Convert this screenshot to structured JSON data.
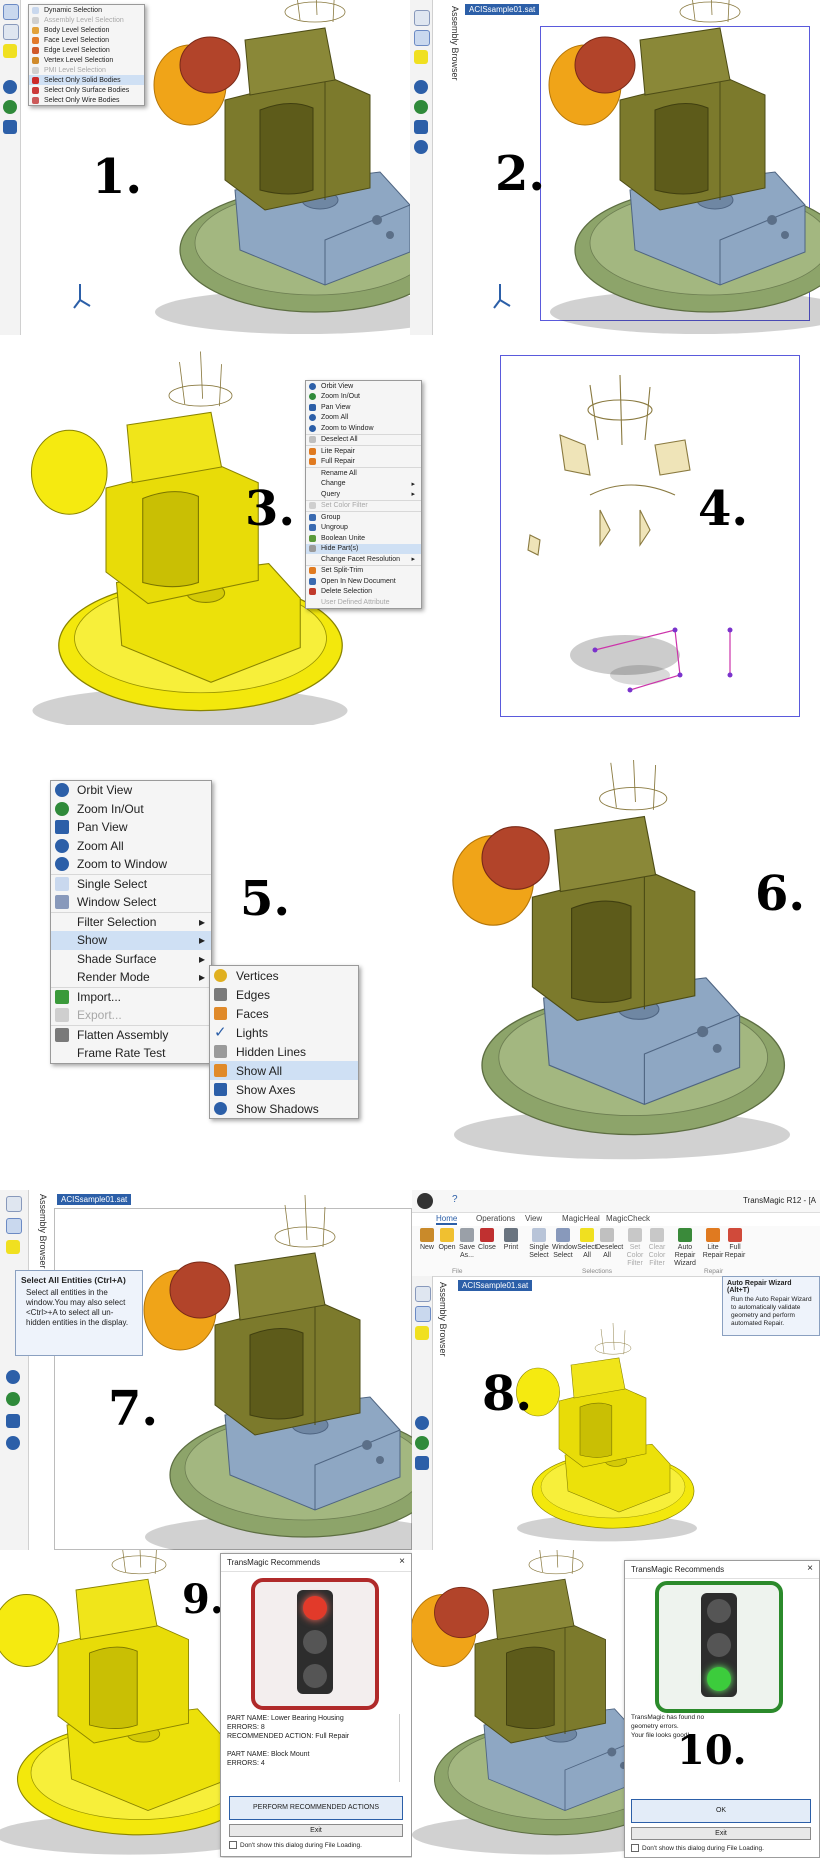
{
  "steps": [
    "1.",
    "2.",
    "3.",
    "4.",
    "5.",
    "6.",
    "7.",
    "8.",
    "9.",
    "10."
  ],
  "colors": {
    "selection_yellow": "#f3e80c",
    "olive": "#7c7a2c",
    "steel_blue": "#8ea7c3",
    "base_green": "#8da46a",
    "orange_cylinder": "#f0a418",
    "selection_frame": "#5a5adc",
    "accent_blue": "#2c5fa8",
    "red_frame": "#b02a2a",
    "green_frame": "#2b8a2b"
  },
  "panel1": {
    "menu": [
      {
        "label": "Dynamic Selection",
        "icon": "pointer-icon",
        "enabled": true
      },
      {
        "label": "Assembly Level Selection",
        "icon": "assembly-icon",
        "enabled": false
      },
      {
        "label": "Body Level Selection",
        "icon": "body-icon",
        "enabled": true
      },
      {
        "label": "Face Level Selection",
        "icon": "face-icon",
        "enabled": true
      },
      {
        "label": "Edge Level Selection",
        "icon": "edge-icon",
        "enabled": true
      },
      {
        "label": "Vertex Level Selection",
        "icon": "vertex-icon",
        "enabled": true
      },
      {
        "label": "PMI Level Selection",
        "icon": "pmi-icon",
        "enabled": false
      },
      {
        "label": "Select Only Solid Bodies",
        "icon": "solid-body-icon",
        "enabled": true,
        "highlighted": true
      },
      {
        "label": "Select Only Surface Bodies",
        "icon": "surface-body-icon",
        "enabled": true
      },
      {
        "label": "Select Only Wire Bodies",
        "icon": "wire-body-icon",
        "enabled": true
      }
    ]
  },
  "panel2": {
    "browser_tab": "Assembly Browser",
    "doc_tab": "ACISsample01.sat"
  },
  "panel3": {
    "menu": [
      {
        "label": "Orbit View",
        "icon": "orbit-icon",
        "enabled": true
      },
      {
        "label": "Zoom In/Out",
        "icon": "zoom-in-out-icon",
        "enabled": true
      },
      {
        "label": "Pan View",
        "icon": "pan-icon",
        "enabled": true
      },
      {
        "label": "Zoom All",
        "icon": "zoom-all-icon",
        "enabled": true
      },
      {
        "label": "Zoom to Window",
        "icon": "zoom-window-icon",
        "enabled": true,
        "sep_after": true
      },
      {
        "label": "Deselect All",
        "icon": "deselect-icon",
        "enabled": true,
        "sep_after": true
      },
      {
        "label": "Lite Repair",
        "icon": "lite-repair-icon",
        "enabled": true
      },
      {
        "label": "Full Repair",
        "icon": "full-repair-icon",
        "enabled": true,
        "sep_after": true
      },
      {
        "label": "Rename All",
        "icon": "",
        "enabled": true
      },
      {
        "label": "Change",
        "icon": "",
        "enabled": true,
        "submenu": true
      },
      {
        "label": "Query",
        "icon": "",
        "enabled": true,
        "submenu": true,
        "sep_after": true
      },
      {
        "label": "Set Color Filter",
        "icon": "color-filter-icon",
        "enabled": false,
        "sep_after": true
      },
      {
        "label": "Group",
        "icon": "group-icon",
        "enabled": true
      },
      {
        "label": "Ungroup",
        "icon": "ungroup-icon",
        "enabled": true
      },
      {
        "label": "Boolean Unite",
        "icon": "boolean-icon",
        "enabled": true
      },
      {
        "label": "Hide Part(s)",
        "icon": "hide-icon",
        "enabled": true,
        "highlighted": true
      },
      {
        "label": "Change Facet Resolution",
        "icon": "",
        "enabled": true,
        "submenu": true,
        "sep_after": true
      },
      {
        "label": "Set Split-Trim",
        "icon": "split-trim-icon",
        "enabled": true
      },
      {
        "label": "Open In New Document",
        "icon": "open-doc-icon",
        "enabled": true
      },
      {
        "label": "Delete Selection",
        "icon": "delete-icon",
        "enabled": true
      },
      {
        "label": "User Defined Attribute",
        "icon": "",
        "enabled": false
      }
    ]
  },
  "panel5": {
    "menu": [
      {
        "label": "Orbit View",
        "icon": "orbit-icon",
        "enabled": true
      },
      {
        "label": "Zoom In/Out",
        "icon": "zoom-in-out-icon",
        "enabled": true
      },
      {
        "label": "Pan View",
        "icon": "pan-icon",
        "enabled": true
      },
      {
        "label": "Zoom All",
        "icon": "zoom-all-icon",
        "enabled": true
      },
      {
        "label": "Zoom to Window",
        "icon": "zoom-window-icon",
        "enabled": true,
        "sep_after": true
      },
      {
        "label": "Single Select",
        "icon": "pointer-icon",
        "enabled": true
      },
      {
        "label": "Window Select",
        "icon": "window-select-icon",
        "enabled": true,
        "sep_after": true
      },
      {
        "label": "Filter Selection",
        "icon": "",
        "enabled": true,
        "submenu": true
      },
      {
        "label": "Show",
        "icon": "",
        "enabled": true,
        "submenu": true,
        "highlighted": true
      },
      {
        "label": "Shade Surface",
        "icon": "",
        "enabled": true,
        "submenu": true
      },
      {
        "label": "Render Mode",
        "icon": "",
        "enabled": true,
        "submenu": true,
        "sep_after": true
      },
      {
        "label": "Import...",
        "icon": "import-icon",
        "enabled": true
      },
      {
        "label": "Export...",
        "icon": "export-icon",
        "enabled": false,
        "sep_after": true
      },
      {
        "label": "Flatten Assembly",
        "icon": "flatten-icon",
        "enabled": true
      },
      {
        "label": "Frame Rate Test",
        "icon": "",
        "enabled": true
      }
    ],
    "submenu": [
      {
        "label": "Vertices",
        "icon": "vertices-icon"
      },
      {
        "label": "Edges",
        "icon": "edges-icon"
      },
      {
        "label": "Faces",
        "icon": "faces-icon"
      },
      {
        "label": "Lights",
        "icon": "check-icon"
      },
      {
        "label": "Hidden Lines",
        "icon": "hidden-lines-icon"
      },
      {
        "label": "Show All",
        "icon": "show-all-icon",
        "highlighted": true
      },
      {
        "label": "Show Axes",
        "icon": "axes-icon"
      },
      {
        "label": "Show Shadows",
        "icon": "shadows-icon"
      }
    ]
  },
  "panel7": {
    "browser_tab": "Assembly Browser",
    "doc_tab": "ACISsample01.sat",
    "tooltip_title": "Select All Entities (Ctrl+A)",
    "tooltip_body": "Select all entities in the window.You may also select <Ctrl>+A to select all un-hidden entities in the display."
  },
  "panel8": {
    "app_title": "TransMagic R12 - [A",
    "tabs": [
      "Home",
      "Operations",
      "View",
      "MagicHeal",
      "MagicCheck"
    ],
    "buttons": [
      "New",
      "Open",
      "Save As...",
      "Close",
      "Print",
      "Single Select",
      "Window Select",
      "Select All",
      "Deselect All",
      "Set Color Filter",
      "Clear Color Filter",
      "Auto Repair Wizard",
      "Lite Repair",
      "Full Repair"
    ],
    "groups": [
      "File",
      "Selections",
      "Repair"
    ],
    "browser_tab": "Assembly Browser",
    "doc_tab": "ACISsample01.sat",
    "tooltip_title": "Auto Repair Wizard (Alt+T)",
    "tooltip_body": "Run the Auto Repair Wizard to automatically validate geometry and perform automated Repair."
  },
  "panel9": {
    "title": "TransMagic Recommends",
    "lines": [
      "PART NAME: Lower Bearing Housing",
      "ERRORS: 8",
      "RECOMMENDED ACTION: Full Repair",
      "",
      "PART NAME: Block Mount",
      "ERRORS: 4"
    ],
    "primary_button": "PERFORM RECOMMENDED ACTIONS",
    "secondary_button": "Exit",
    "checkbox": "Don't show this dialog during File Loading."
  },
  "panel10": {
    "title": "TransMagic Recommends",
    "lines": [
      "TransMagic has found no geometry errors.",
      "Your file looks good!"
    ],
    "primary_button": "OK",
    "secondary_button": "Exit",
    "checkbox": "Don't show this dialog during File Loading."
  }
}
